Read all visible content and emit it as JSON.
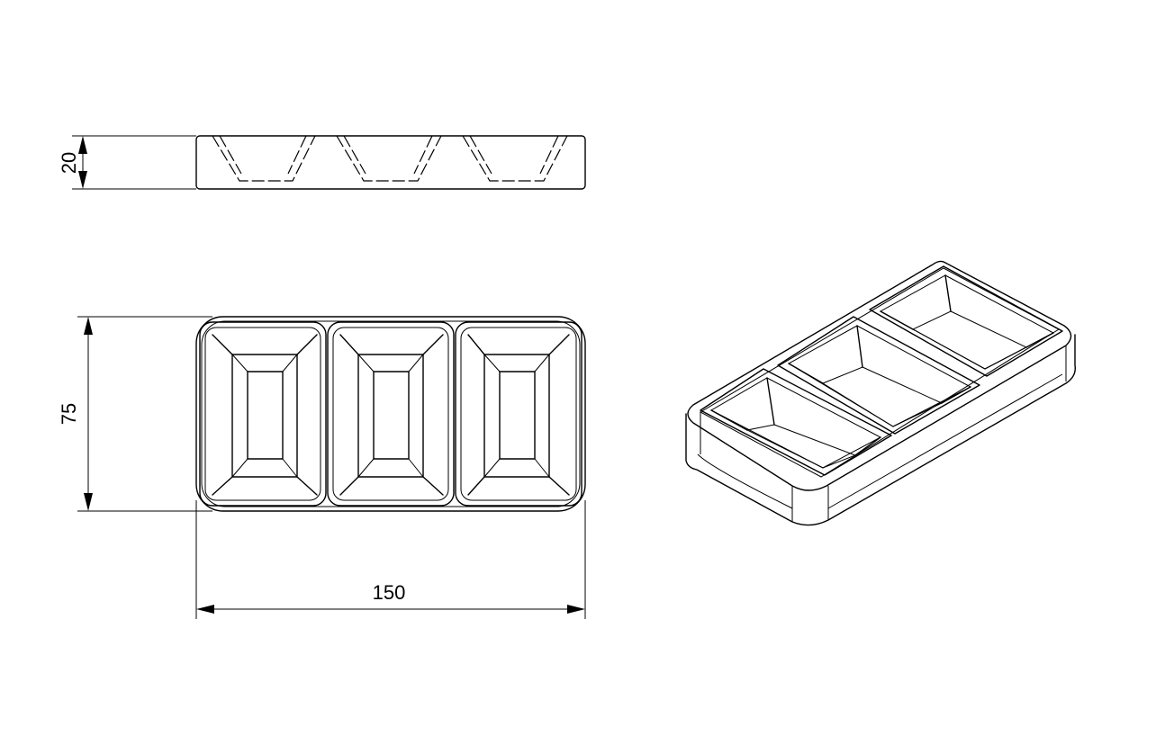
{
  "dimensions": {
    "height": "20",
    "depth": "75",
    "length": "150"
  }
}
